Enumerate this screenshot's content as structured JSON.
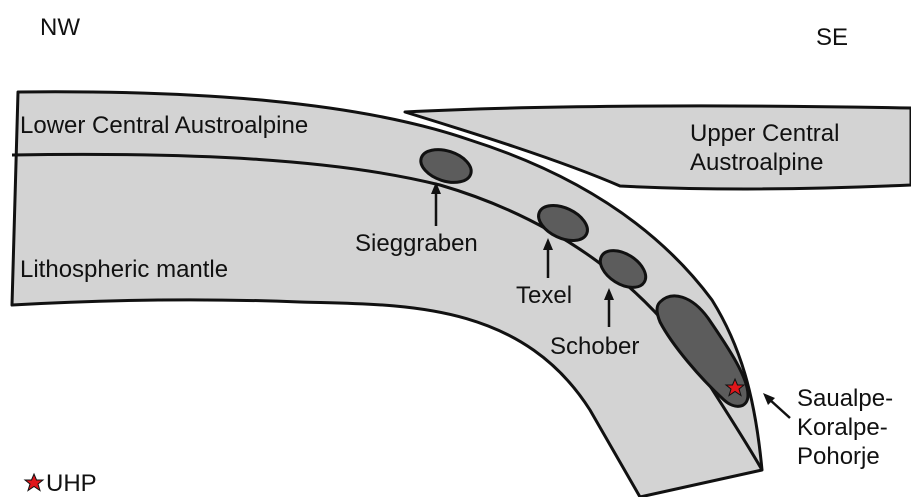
{
  "orientation": {
    "left": "NW",
    "right": "SE"
  },
  "units": {
    "lower": "Lower Central Austroalpine",
    "upper_line1": "Upper Central",
    "upper_line2": "Austroalpine",
    "mantle": "Lithospheric mantle"
  },
  "bodies": {
    "sieggraben": "Sieggraben",
    "texel": "Texel",
    "schober": "Schober",
    "saualpe_line1": "Saualpe-",
    "saualpe_line2": "Koralpe-",
    "saualpe_line3": "Pohorje"
  },
  "legend": {
    "uhp": "UHP"
  },
  "colors": {
    "slab_fill": "#d3d3d3",
    "body_fill": "#5c5c5c",
    "outline": "#111111",
    "uhp_star": "#e0161b"
  }
}
